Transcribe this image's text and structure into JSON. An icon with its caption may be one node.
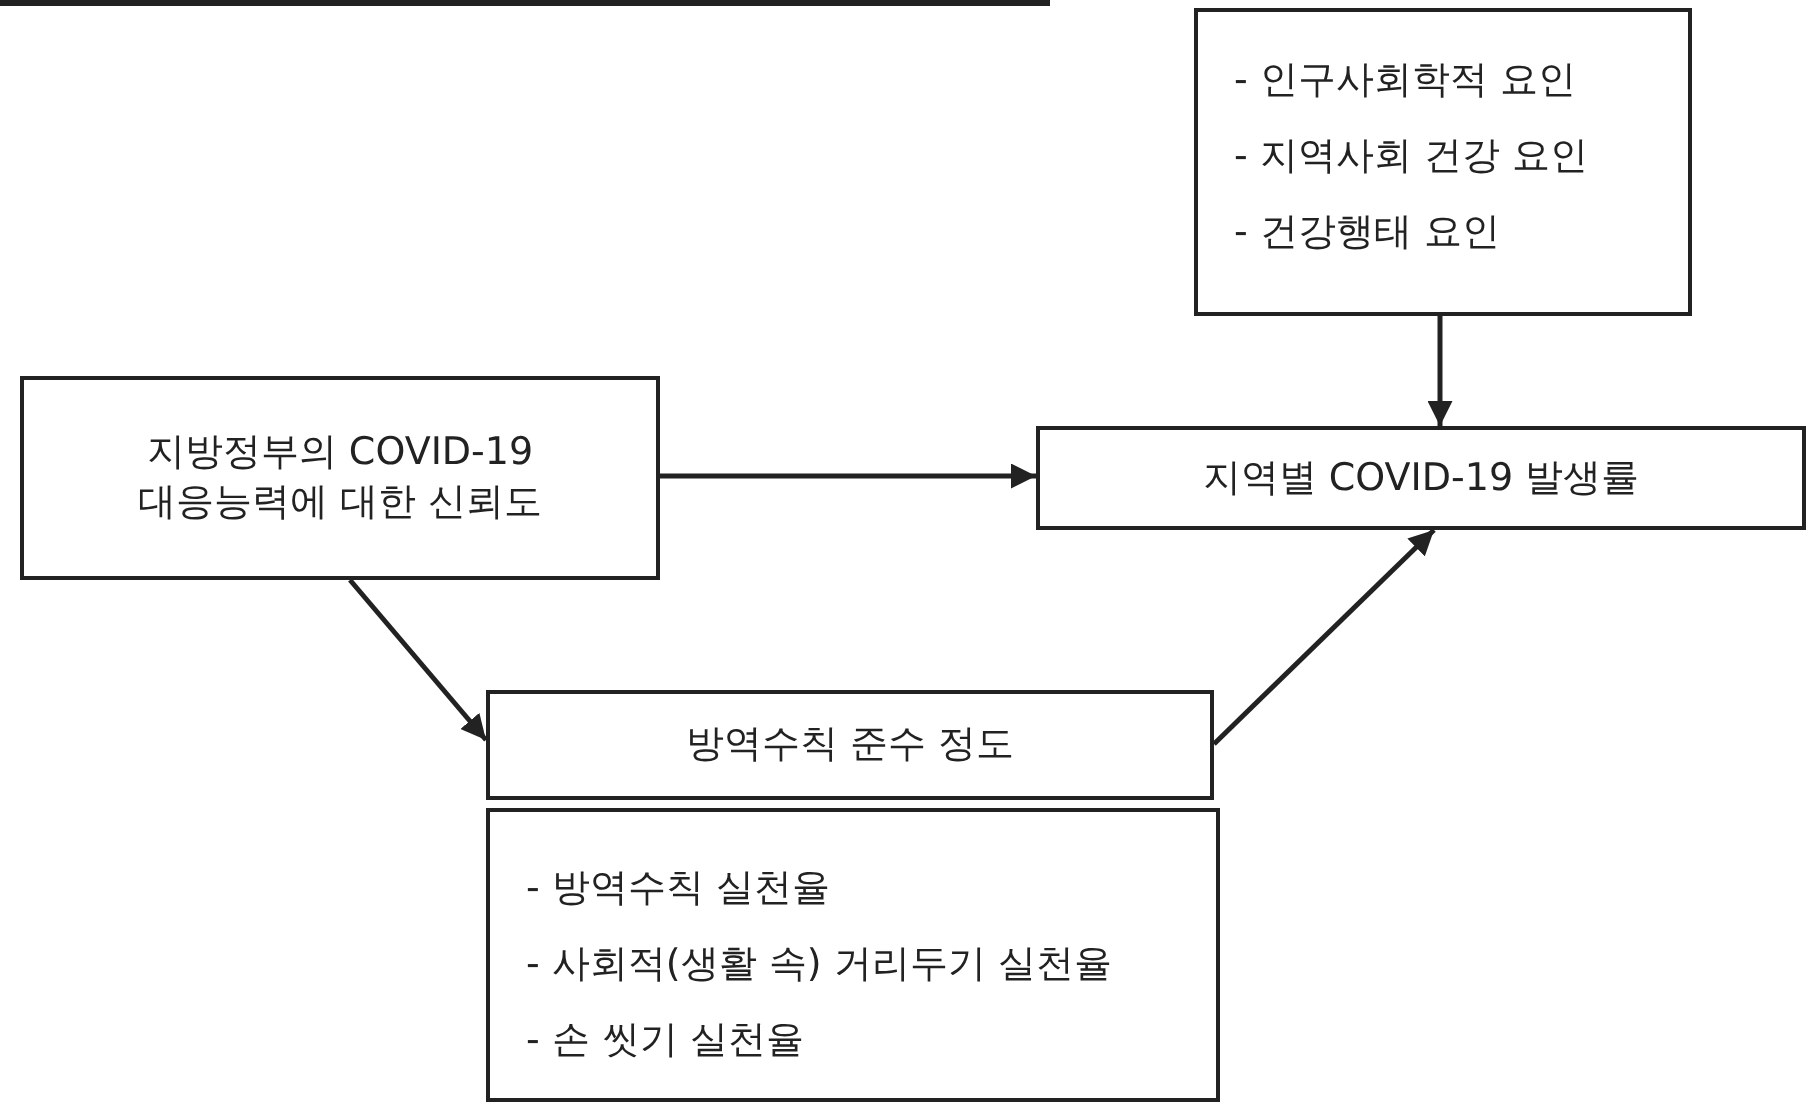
{
  "diagram": {
    "nodes": [
      {
        "text": [
          "- 인구사회학적 요인",
          "- 지역사회 건강 요인",
          "- 건강행태 요인"
        ]
      },
      {
        "text": [
          "지방정부의 COVID-19 대응능력에 대한 신뢰도"
        ]
      },
      {
        "text": [
          "지역별 COVID-19 발생률"
        ]
      },
      {
        "text": [
          "방역수칙 준수 정도"
        ]
      },
      {
        "text": [
          "- 방역수칙 실천율",
          "- 사회적(생활 속) 거리두기 실천율",
          "- 손 씻기 실천율"
        ]
      }
    ],
    "edges": [
      {
        "from": 0,
        "to": 2,
        "arrow": "to"
      },
      {
        "from": 1,
        "to": 2,
        "arrow": "to"
      },
      {
        "from": 1,
        "to": 3,
        "arrow": "to"
      },
      {
        "from": 3,
        "to": 2,
        "arrow": "to"
      }
    ]
  }
}
